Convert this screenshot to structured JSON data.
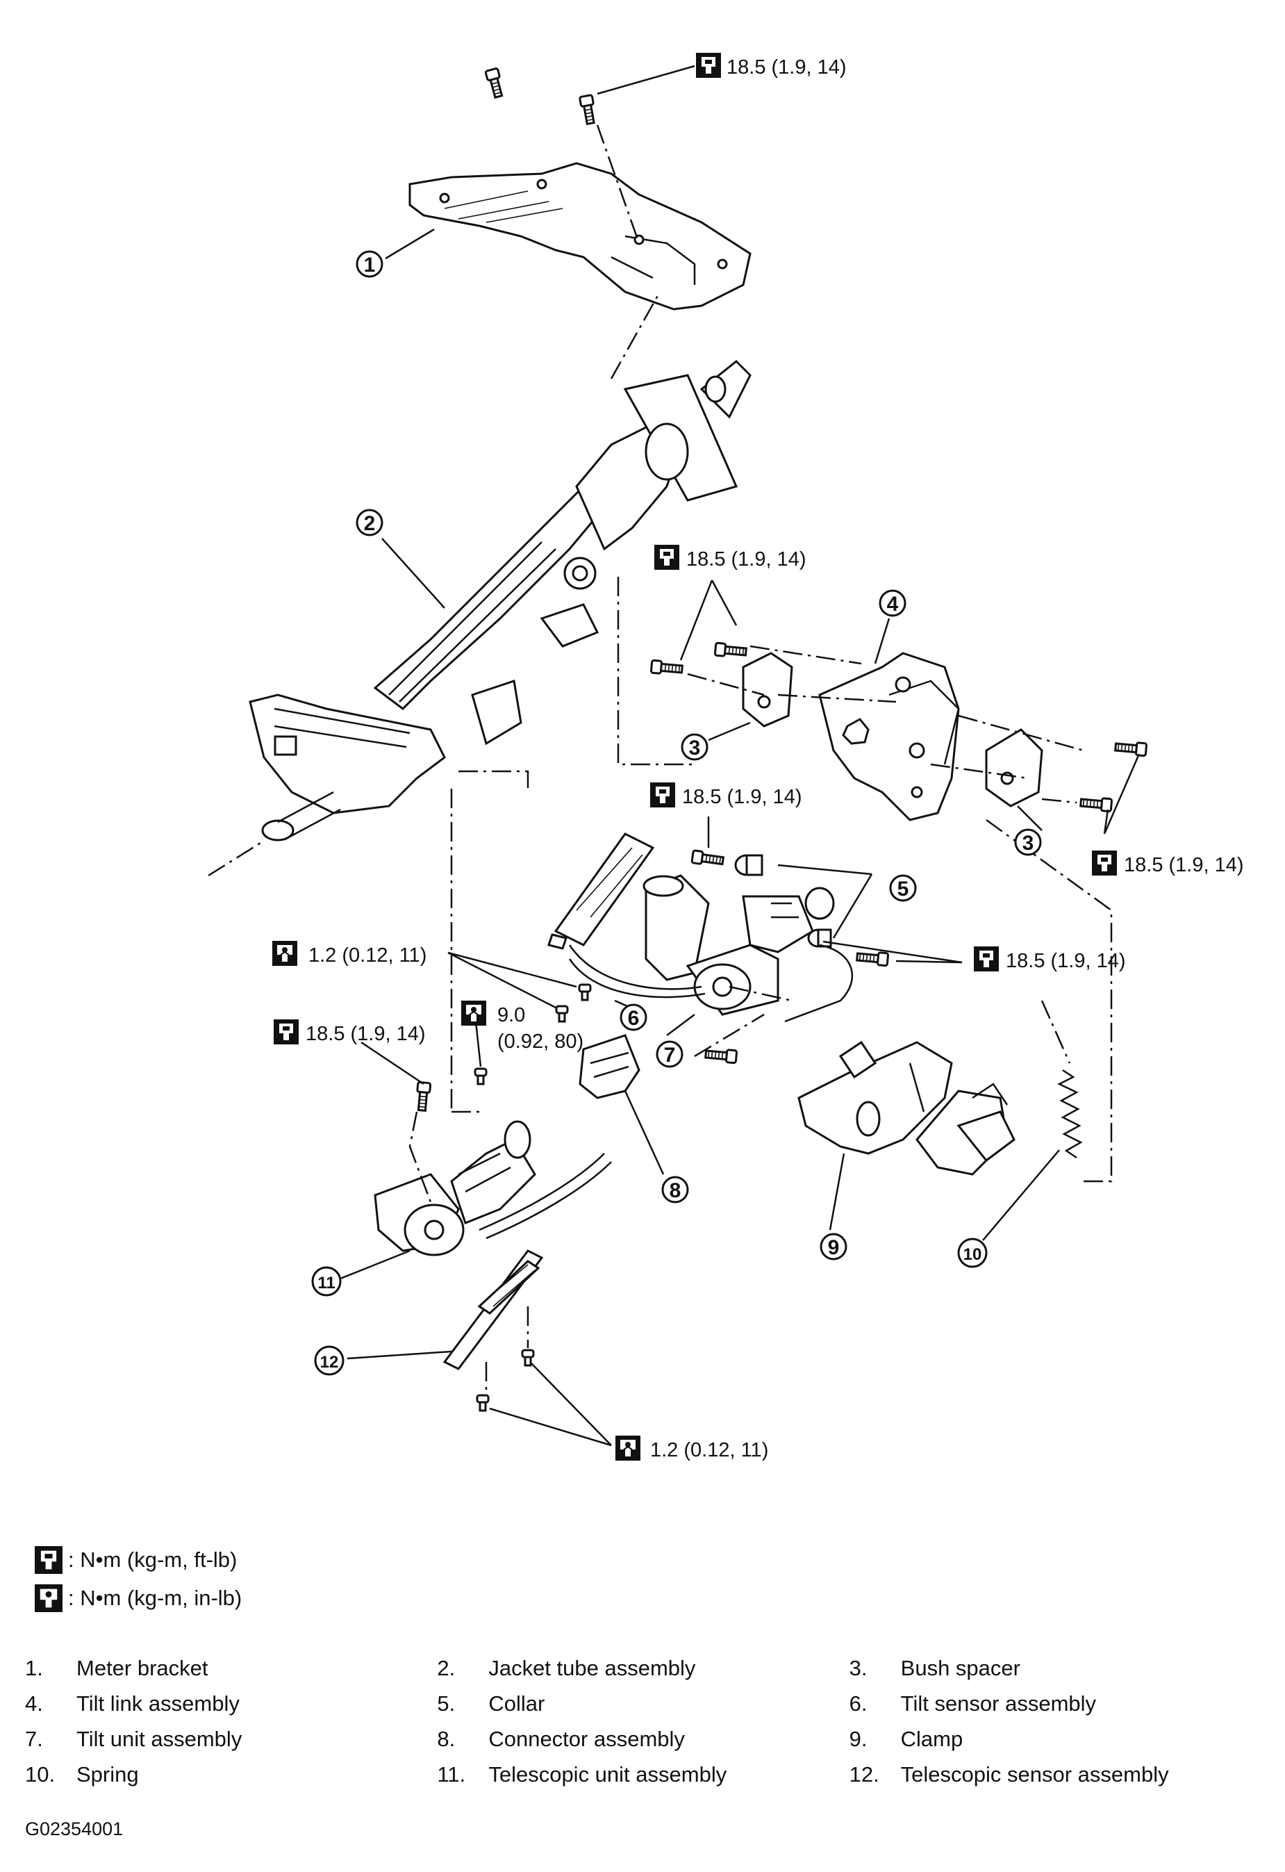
{
  "torque_labels": {
    "t_top": "18.5 (1.9, 14)",
    "t_tilt_upper": "18.5 (1.9, 14)",
    "t_link_right": "18.5 (1.9, 14)",
    "t_tilt_mid": "18.5 (1.9, 14)",
    "t_collar_right": "18.5 (1.9, 14)",
    "t_sensor": "1.2 (0.12, 11)",
    "t_nine_a": "9.0",
    "t_nine_b": "(0.92, 80)",
    "t_tele": "18.5 (1.9, 14)",
    "t_bottom": "1.2 (0.12, 11)"
  },
  "callouts": [
    "1",
    "2",
    "3",
    "3",
    "4",
    "5",
    "6",
    "7",
    "8",
    "9",
    "10",
    "11",
    "12"
  ],
  "legend": {
    "ftlb": ": N•m (kg-m, ft-lb)",
    "inlb": ": N•m (kg-m, in-lb)"
  },
  "parts": [
    {
      "num": "1.",
      "name": "Meter bracket"
    },
    {
      "num": "2.",
      "name": "Jacket tube assembly"
    },
    {
      "num": "3.",
      "name": "Bush spacer"
    },
    {
      "num": "4.",
      "name": "Tilt link assembly"
    },
    {
      "num": "5.",
      "name": "Collar"
    },
    {
      "num": "6.",
      "name": "Tilt sensor assembly"
    },
    {
      "num": "7.",
      "name": "Tilt unit assembly"
    },
    {
      "num": "8.",
      "name": "Connector assembly"
    },
    {
      "num": "9.",
      "name": "Clamp"
    },
    {
      "num": "10.",
      "name": "Spring"
    },
    {
      "num": "11.",
      "name": "Telescopic unit assembly"
    },
    {
      "num": "12.",
      "name": "Telescopic sensor assembly"
    }
  ],
  "figure_code": "G02354001",
  "icons": {
    "torque_ftlb": "torque-wrench-ftlb-icon",
    "torque_inlb": "torque-wrench-inlb-icon"
  }
}
